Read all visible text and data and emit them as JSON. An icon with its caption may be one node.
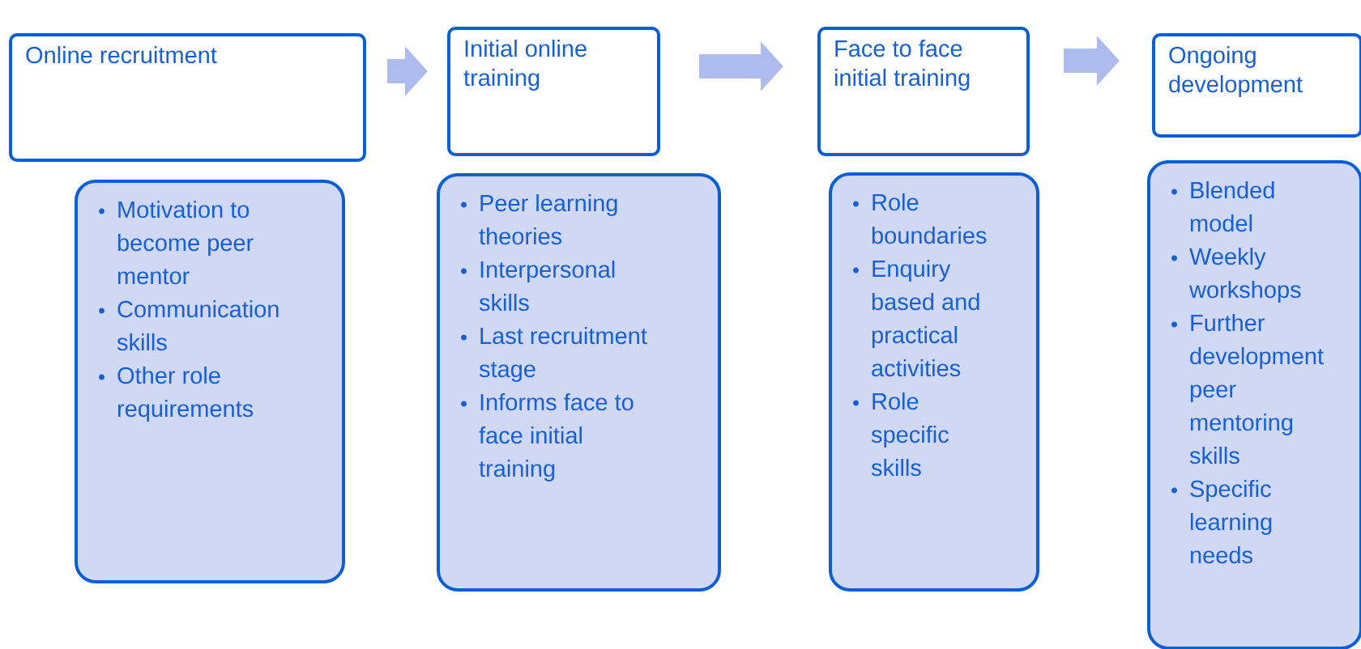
{
  "diagram": {
    "nodes": [
      {
        "text": [
          "Online recruitment"
        ]
      },
      {
        "text": [
          "Initial online training"
        ]
      },
      {
        "text": [
          "Face to face initial training"
        ]
      },
      {
        "text": [
          "Ongoing development"
        ]
      },
      {
        "text": [
          "Motivation to become peer mentor",
          "Communication skills",
          "Other role requirements"
        ]
      },
      {
        "text": [
          "Peer learning theories",
          "Interpersonal skills",
          "Last recruitment stage",
          "Informs face to face initial training"
        ]
      },
      {
        "text": [
          "Role boundaries",
          "Enquiry based and practical activities",
          "Role specific skills"
        ]
      },
      {
        "text": [
          "Blended model",
          "Weekly workshops",
          "Further development peer mentoring skills",
          "Specific learning needs"
        ]
      }
    ],
    "edges": [
      {
        "from": 0,
        "to": 1,
        "arrow": "to"
      },
      {
        "from": 1,
        "to": 2,
        "arrow": "to"
      },
      {
        "from": 2,
        "to": 3,
        "arrow": "to"
      }
    ]
  }
}
